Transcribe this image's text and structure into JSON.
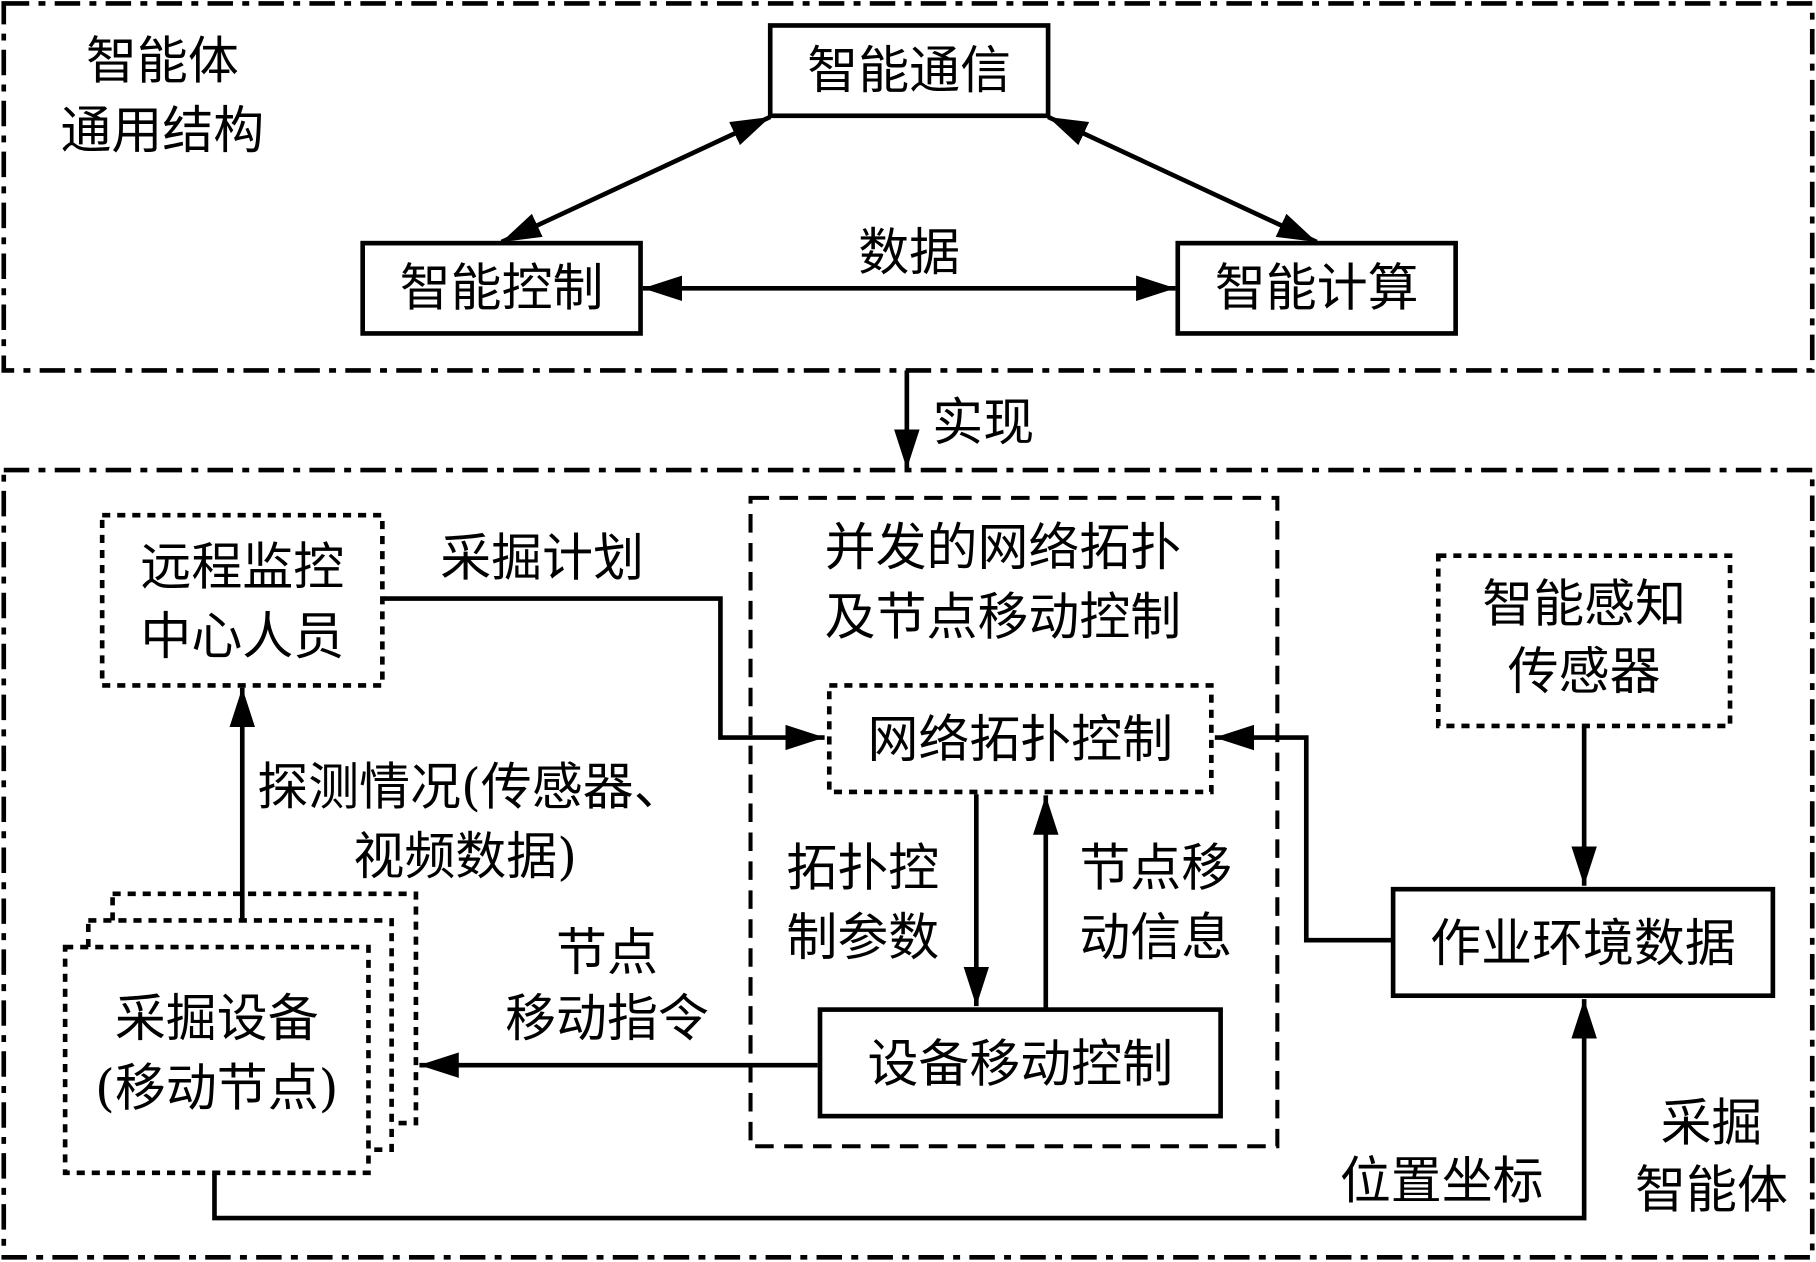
{
  "general": {
    "label": [
      "智能体",
      "通用结构"
    ],
    "comm": "智能通信",
    "control": "智能控制",
    "compute": "智能计算",
    "data_label": "数据"
  },
  "realize_label": "实现",
  "mining": {
    "agent_label": [
      "采掘",
      "智能体"
    ],
    "remote": [
      "远程监控",
      "中心人员"
    ],
    "plan_label": "采掘计划",
    "detect_label": [
      "探测情况(传感器、",
      "视频数据)"
    ],
    "device": [
      "采掘设备",
      "(移动节点)"
    ],
    "node_cmd_label": [
      "节点",
      "移动指令"
    ],
    "concurrent": [
      "并发的网络拓扑",
      "及节点移动控制"
    ],
    "topo_ctrl": "网络拓扑控制",
    "topo_param_label": [
      "拓扑控",
      "制参数"
    ],
    "node_info_label": [
      "节点移",
      "动信息"
    ],
    "device_move": "设备移动控制",
    "sensor": [
      "智能感知",
      "传感器"
    ],
    "env_data": "作业环境数据",
    "position_label": "位置坐标"
  }
}
